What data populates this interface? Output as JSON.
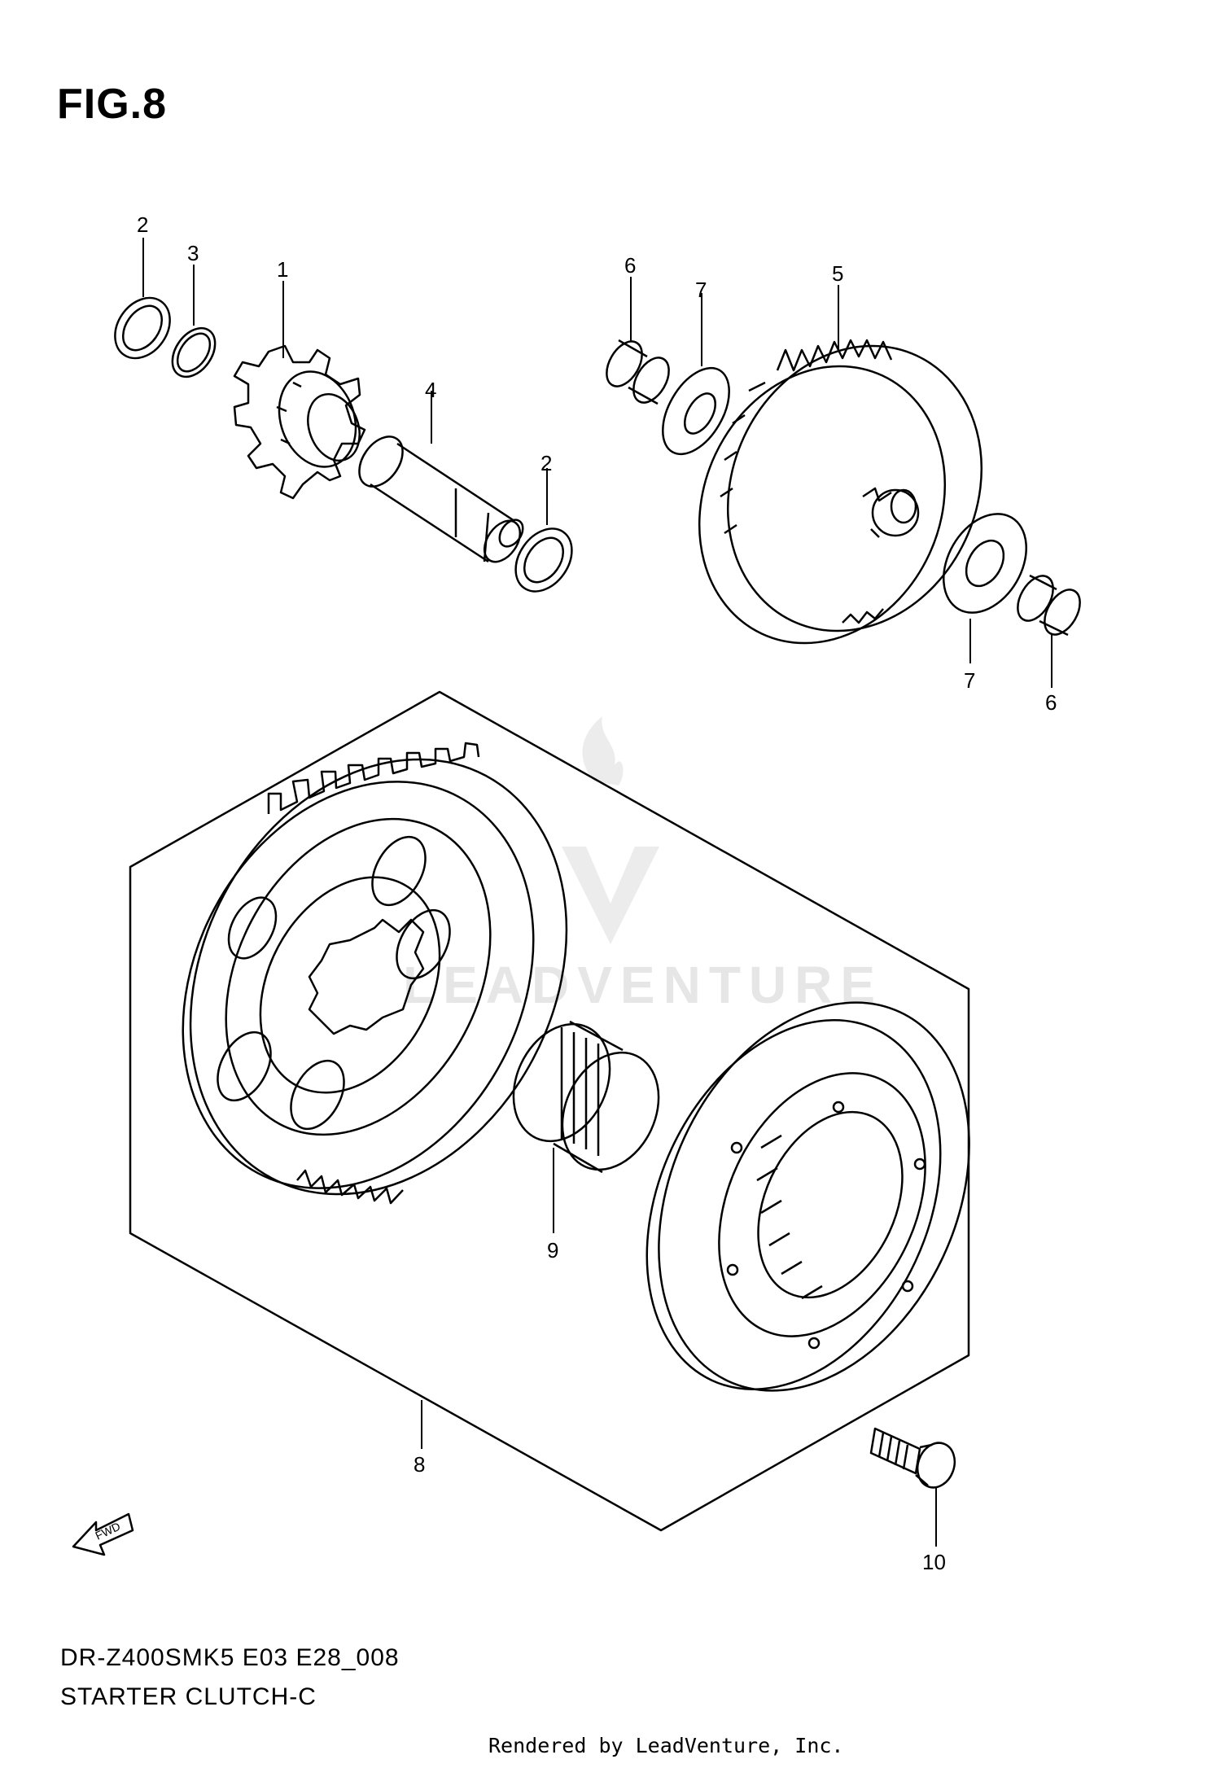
{
  "figure": {
    "title": "FIG.8",
    "model_code": "DR-Z400SMK5 E03 E28_008",
    "subtitle": "STARTER CLUTCH-C",
    "footer": "Rendered by LeadVenture, Inc.",
    "watermark": "LEADVENTURE",
    "fwd_label": "FWD"
  },
  "callouts": [
    {
      "id": "c2a",
      "label": "2"
    },
    {
      "id": "c3",
      "label": "3"
    },
    {
      "id": "c1",
      "label": "1"
    },
    {
      "id": "c4",
      "label": "4"
    },
    {
      "id": "c2b",
      "label": "2"
    },
    {
      "id": "c6a",
      "label": "6"
    },
    {
      "id": "c7a",
      "label": "7"
    },
    {
      "id": "c5",
      "label": "5"
    },
    {
      "id": "c7b",
      "label": "7"
    },
    {
      "id": "c6b",
      "label": "6"
    },
    {
      "id": "c9",
      "label": "9"
    },
    {
      "id": "c8",
      "label": "8"
    },
    {
      "id": "c10",
      "label": "10"
    }
  ],
  "colors": {
    "line": "#000000",
    "watermark": "#e6e6e6",
    "background": "#ffffff"
  }
}
